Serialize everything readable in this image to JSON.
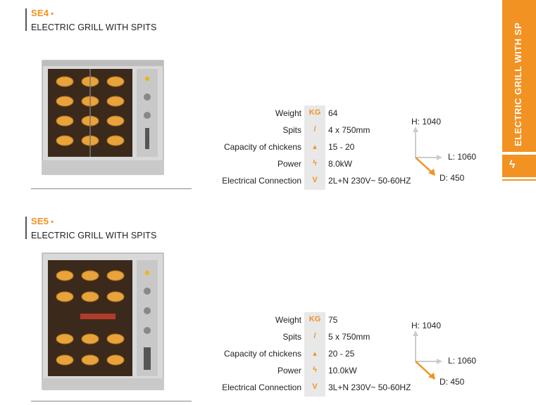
{
  "side_tab": {
    "label": "ELECTRIC GRILL WITH SP",
    "icon": "lightning-icon"
  },
  "products": [
    {
      "code": "SE4",
      "dot": "•",
      "title": "ELECTRIC GRILL WITH SPITS",
      "specs": [
        {
          "label": "Weight",
          "icon_text": "KG",
          "icon": "weight-icon",
          "value": "64"
        },
        {
          "label": "Spits",
          "icon_text": "/",
          "icon": "spit-icon",
          "value": "4 x 750mm"
        },
        {
          "label": "Capacity of chickens",
          "icon_text": "",
          "icon": "chicken-icon",
          "value": "15 - 20"
        },
        {
          "label": "Power",
          "icon_text": "",
          "icon": "lightning-icon",
          "value": "8.0kW"
        },
        {
          "label": "Electrical Connection",
          "icon_text": "V",
          "icon": "voltage-icon",
          "value": "2L+N 230V~ 50-60HZ"
        }
      ],
      "dimensions": {
        "h": "H: 1040",
        "l": "L: 1060",
        "d": "D: 450"
      }
    },
    {
      "code": "SE5",
      "dot": "•",
      "title": "ELECTRIC GRILL WITH SPITS",
      "specs": [
        {
          "label": "Weight",
          "icon_text": "KG",
          "icon": "weight-icon",
          "value": "75"
        },
        {
          "label": "Spits",
          "icon_text": "/",
          "icon": "spit-icon",
          "value": "5 x 750mm"
        },
        {
          "label": "Capacity of chickens",
          "icon_text": "",
          "icon": "chicken-icon",
          "value": "20 - 25"
        },
        {
          "label": "Power",
          "icon_text": "",
          "icon": "lightning-icon",
          "value": "10.0kW"
        },
        {
          "label": "Electrical Connection",
          "icon_text": "V",
          "icon": "voltage-icon",
          "value": "3L+N 230V~ 50-60HZ"
        }
      ],
      "dimensions": {
        "h": "H: 1040",
        "l": "L: 1060",
        "d": "D: 450"
      }
    }
  ],
  "colors": {
    "accent": "#f29222",
    "icon_bg": "#e8e8e8"
  }
}
